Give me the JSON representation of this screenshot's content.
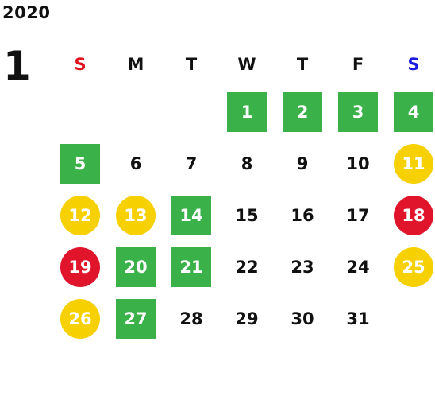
{
  "year": "2020",
  "month": "1",
  "weekdays": [
    {
      "label": "S",
      "color": "#e0141e"
    },
    {
      "label": "M",
      "color": "#111111"
    },
    {
      "label": "T",
      "color": "#111111"
    },
    {
      "label": "W",
      "color": "#111111"
    },
    {
      "label": "T",
      "color": "#111111"
    },
    {
      "label": "F",
      "color": "#111111"
    },
    {
      "label": "S",
      "color": "#1a1ae0"
    }
  ],
  "styles": {
    "box": "#3bb14a",
    "yellow": "#f7d000",
    "red": "#e0142b",
    "plain": "#111111"
  },
  "first_weekday_index": 3,
  "days": [
    {
      "d": "1",
      "style": "box"
    },
    {
      "d": "2",
      "style": "box"
    },
    {
      "d": "3",
      "style": "box"
    },
    {
      "d": "4",
      "style": "box"
    },
    {
      "d": "5",
      "style": "box"
    },
    {
      "d": "6",
      "style": "plain"
    },
    {
      "d": "7",
      "style": "plain"
    },
    {
      "d": "8",
      "style": "plain"
    },
    {
      "d": "9",
      "style": "plain"
    },
    {
      "d": "10",
      "style": "plain"
    },
    {
      "d": "11",
      "style": "yellow"
    },
    {
      "d": "12",
      "style": "yellow"
    },
    {
      "d": "13",
      "style": "yellow"
    },
    {
      "d": "14",
      "style": "box"
    },
    {
      "d": "15",
      "style": "plain"
    },
    {
      "d": "16",
      "style": "plain"
    },
    {
      "d": "17",
      "style": "plain"
    },
    {
      "d": "18",
      "style": "red"
    },
    {
      "d": "19",
      "style": "red"
    },
    {
      "d": "20",
      "style": "box"
    },
    {
      "d": "21",
      "style": "box"
    },
    {
      "d": "22",
      "style": "plain"
    },
    {
      "d": "23",
      "style": "plain"
    },
    {
      "d": "24",
      "style": "plain"
    },
    {
      "d": "25",
      "style": "yellow"
    },
    {
      "d": "26",
      "style": "yellow"
    },
    {
      "d": "27",
      "style": "box"
    },
    {
      "d": "28",
      "style": "plain"
    },
    {
      "d": "29",
      "style": "plain"
    },
    {
      "d": "30",
      "style": "plain"
    },
    {
      "d": "31",
      "style": "plain"
    }
  ]
}
